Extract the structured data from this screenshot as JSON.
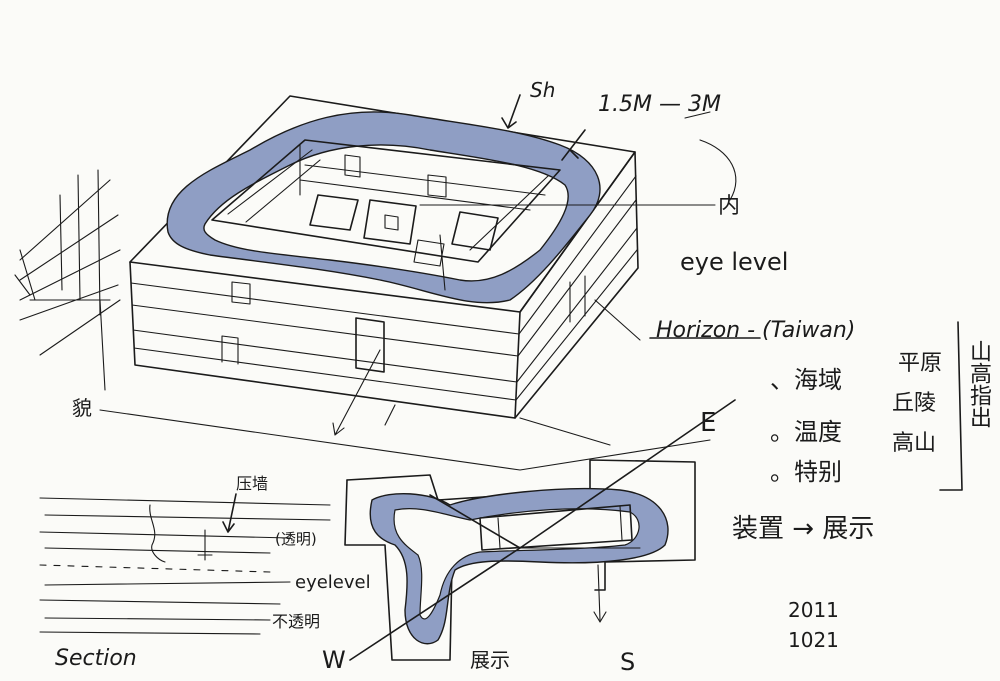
{
  "annotations": {
    "dimension_top": "Sh",
    "dimension_range": "1.5M — 3M",
    "side_mark": "内",
    "eye_level_top": "eye level",
    "horizon": "Horizon - (Taiwan)",
    "horizon_items": [
      "、海域",
      "。温度",
      "。特别"
    ],
    "terrain": [
      "平原",
      "丘陵",
      "高山"
    ],
    "mountain_note": "山高指出",
    "east_mark": "E",
    "device_note": "装置 → 展示",
    "left_side_note": "貌",
    "section_top": "压墙",
    "section_transparent": "(透明)",
    "section_eye_level": "eyelevel",
    "section_opaque": "不透明",
    "section_title": "Section",
    "west_mark": "W",
    "plan_label": "展示",
    "south_mark": "S",
    "date_year": "2011",
    "date_day": "1021"
  },
  "colors": {
    "ink": "#1b1b1b",
    "water": "#8f9ec4",
    "paper": "#fbfbf8"
  }
}
